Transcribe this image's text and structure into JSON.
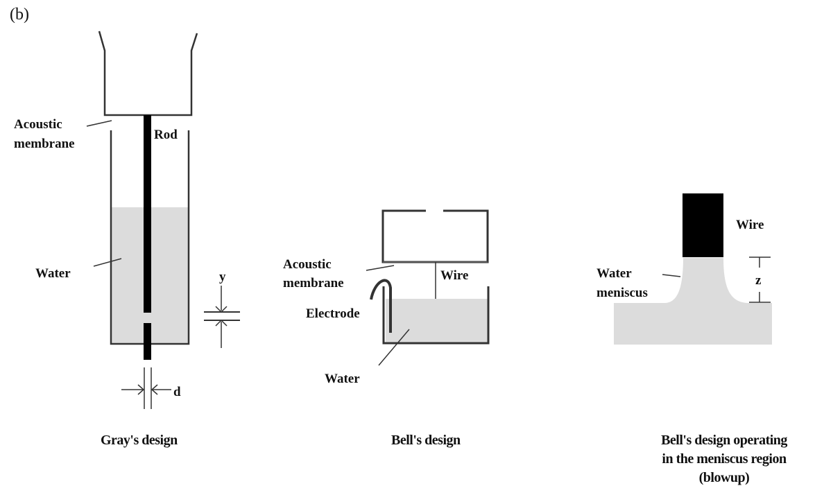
{
  "panel_label": "(b)",
  "colors": {
    "water": "#dcdcdc",
    "outline": "#333333",
    "rod": "#000000",
    "background": "#ffffff"
  },
  "gray_design": {
    "caption": "Gray's design",
    "labels": {
      "acoustic_membrane_1": "Acoustic",
      "acoustic_membrane_2": "membrane",
      "rod": "Rod",
      "water": "Water",
      "gap": "y",
      "diameter": "d"
    }
  },
  "bell_design": {
    "caption": "Bell's design",
    "labels": {
      "acoustic_membrane_1": "Acoustic",
      "acoustic_membrane_2": "membrane",
      "wire": "Wire",
      "electrode": "Electrode",
      "water": "Water"
    }
  },
  "meniscus_blowup": {
    "caption_lines": [
      "Bell's design operating",
      "in the meniscus region",
      "(blowup)"
    ],
    "labels": {
      "wire": "Wire",
      "water_meniscus_1": "Water",
      "water_meniscus_2": "meniscus",
      "height": "z"
    }
  }
}
